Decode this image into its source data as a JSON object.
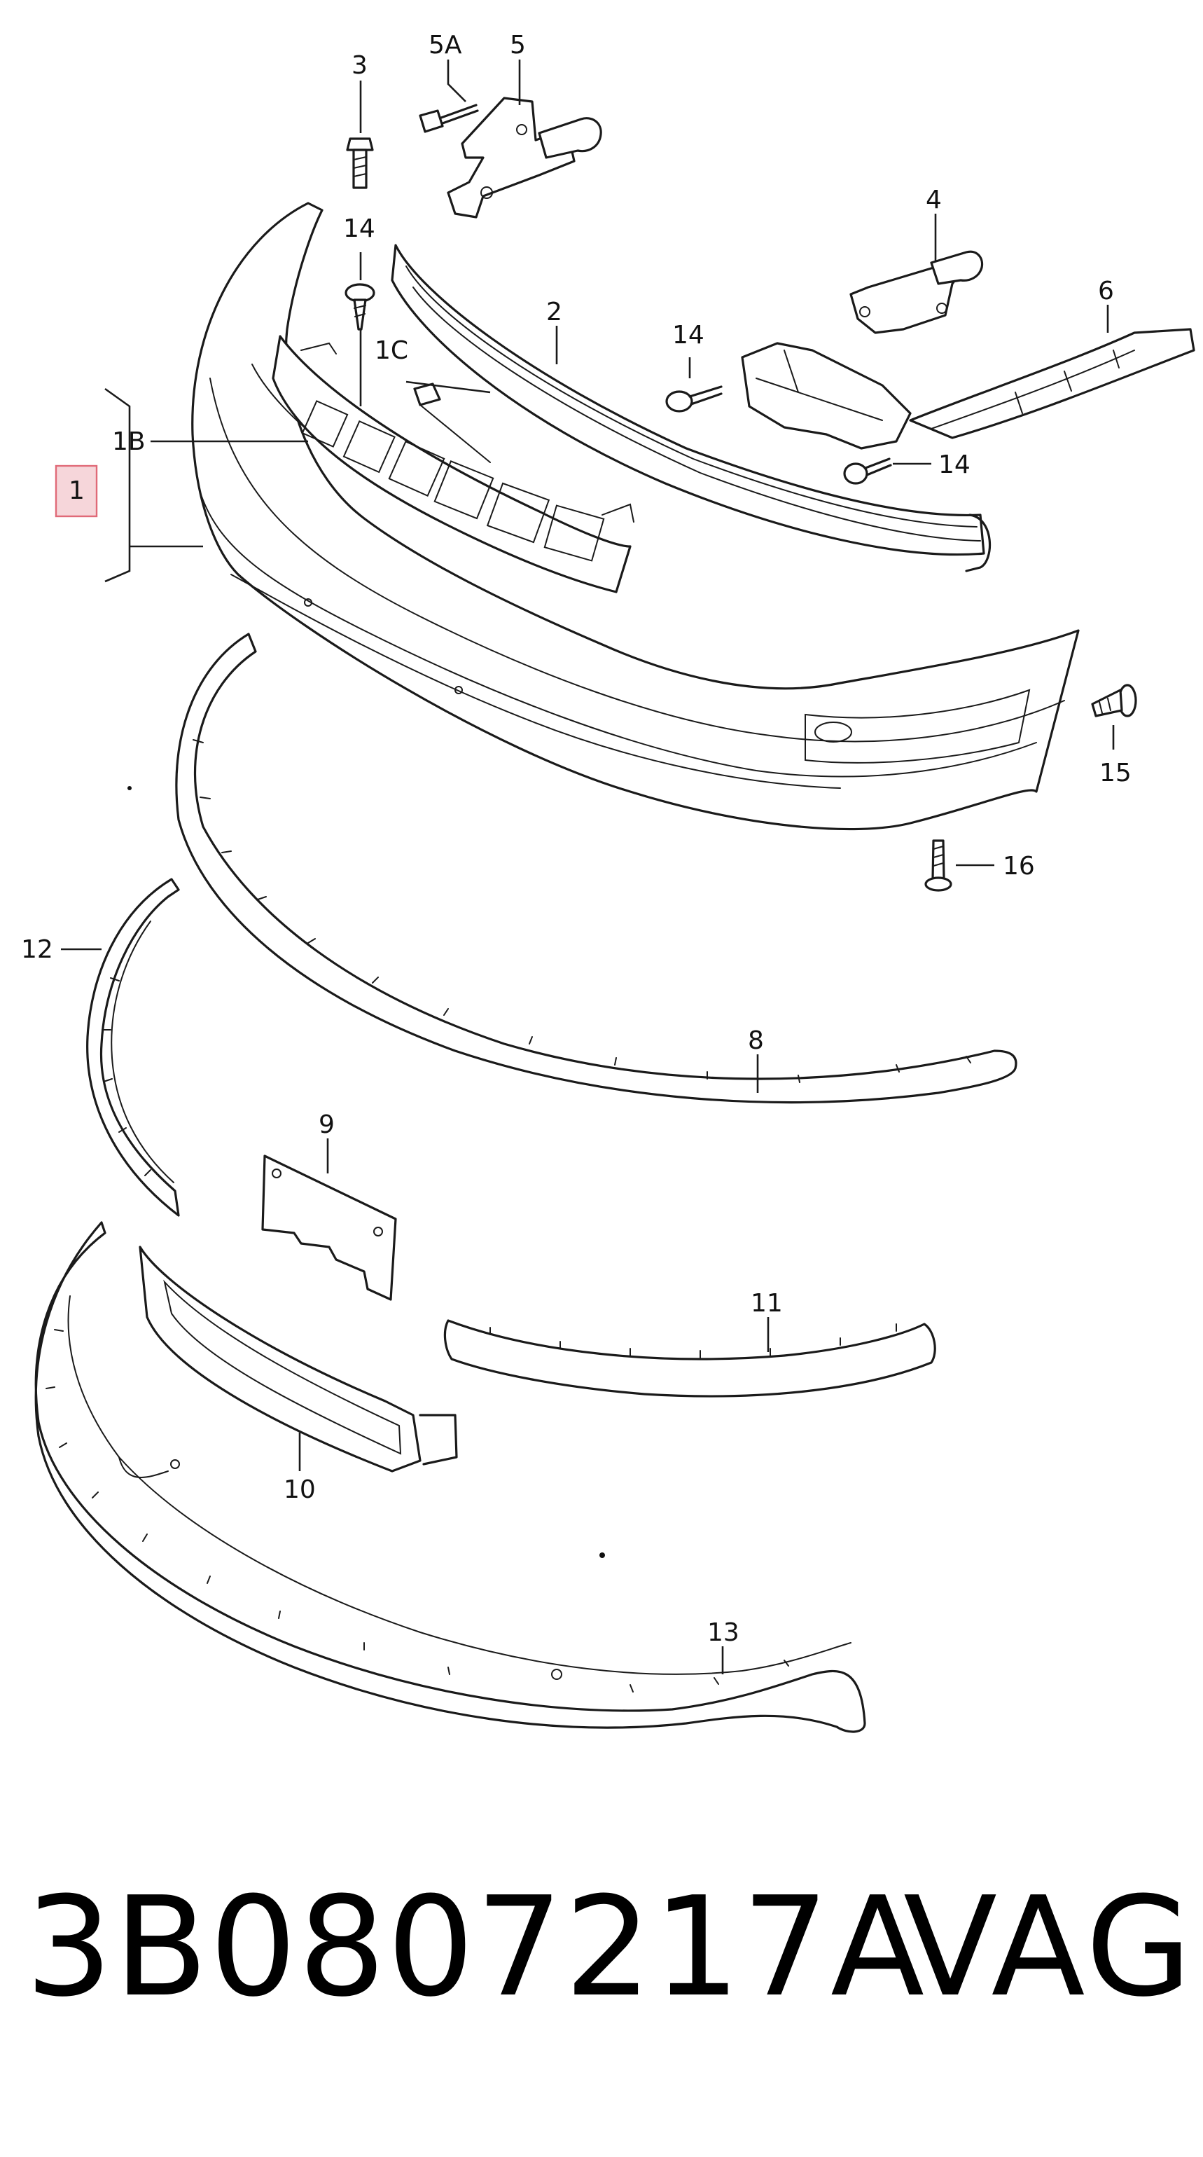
{
  "diagram": {
    "labels": {
      "l1": "1",
      "l1B": "1B",
      "l1C": "1C",
      "l2": "2",
      "l3": "3",
      "l4": "4",
      "l5": "5",
      "l5A": "5A",
      "l6": "6",
      "l8": "8",
      "l9": "9",
      "l10": "10",
      "l11": "11",
      "l12": "12",
      "l13": "13",
      "l14a": "14",
      "l14b": "14",
      "l14c": "14",
      "l15": "15",
      "l16": "16"
    },
    "highlight_color": "#f6d6da"
  },
  "caption": {
    "part_number": "3B0807217A",
    "brand": "VAG"
  }
}
